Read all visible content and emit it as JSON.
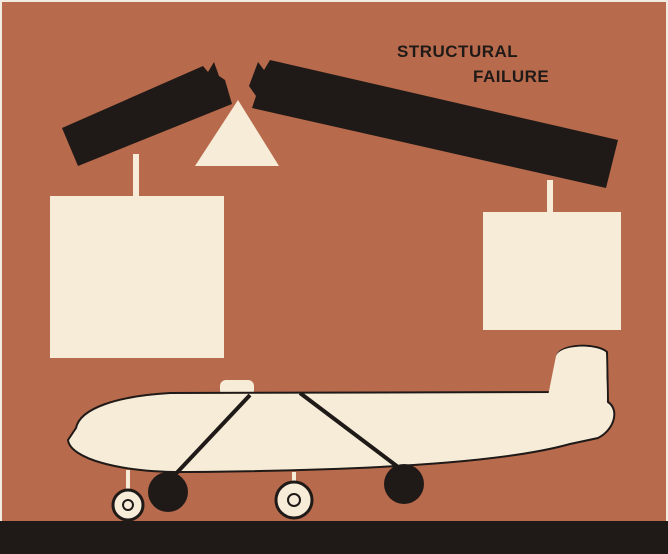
{
  "caption": {
    "line1": "STRUCTURAL",
    "line2": "FAILURE"
  },
  "colors": {
    "background": "#b86a4c",
    "beam": "#1f1a17",
    "cream": "#f6ecd8",
    "ground": "#1f1a17",
    "paper": "#f2ece0"
  },
  "icons": [
    "broken-beam",
    "fulcrum-triangle",
    "load-weight",
    "airplane",
    "landing-gear"
  ]
}
